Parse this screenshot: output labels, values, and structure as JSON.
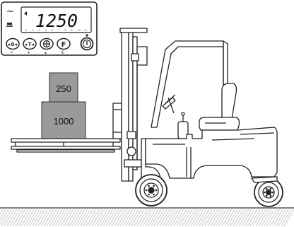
{
  "indicator": {
    "display_value": "1250",
    "scale_marks": [
      "2",
      "3",
      "4",
      "5",
      "6",
      "7",
      "8",
      "9",
      "10",
      "11"
    ],
    "buttons": [
      {
        "name": "zero-button",
        "icon": "zero-icon"
      },
      {
        "name": "tare-button",
        "icon": "tare-icon"
      },
      {
        "name": "print-button",
        "icon": "print-icon"
      },
      {
        "name": "function-button",
        "icon": "function-icon",
        "label": "F"
      },
      {
        "name": "power-button",
        "icon": "power-icon"
      }
    ]
  },
  "load": {
    "upper_box_label": "250",
    "lower_box_label": "1000"
  },
  "colors": {
    "box_fill": "#9a9a9a",
    "indicator_frame": "#222222",
    "ground_hatch": "#bbbbbb"
  }
}
